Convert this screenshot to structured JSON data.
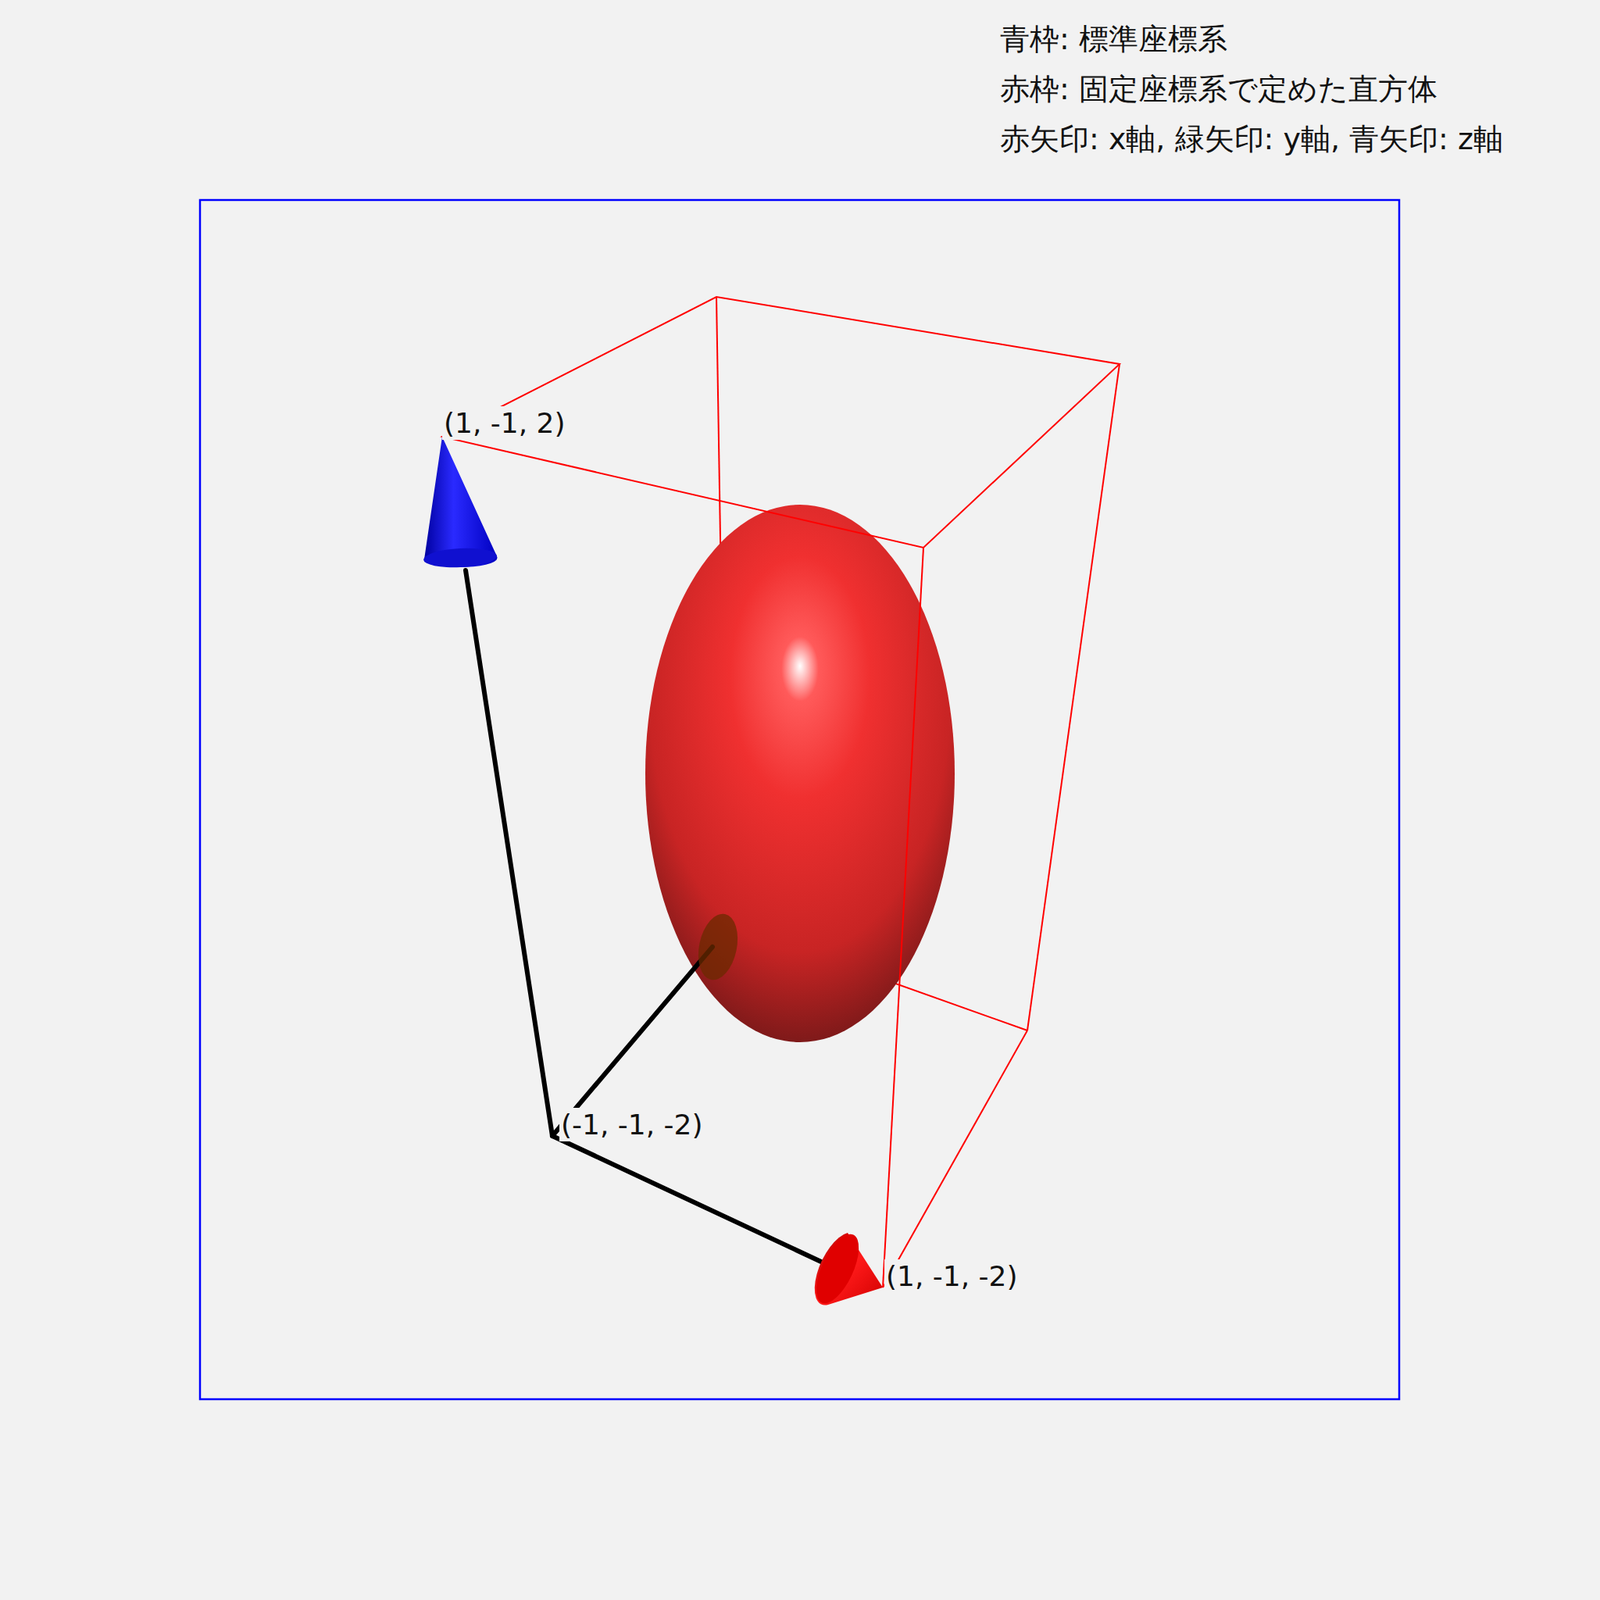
{
  "diagram": {
    "labels": [
      "青枠: 標準座標系",
      "赤枠: 固定座標系で定めた直方体",
      "赤矢印: x軸, 緑矢印: y軸, 青矢印: z軸",
      "(1, -1, 2)",
      "(-1, -1, -2)",
      "(1, -1, -2)"
    ]
  }
}
